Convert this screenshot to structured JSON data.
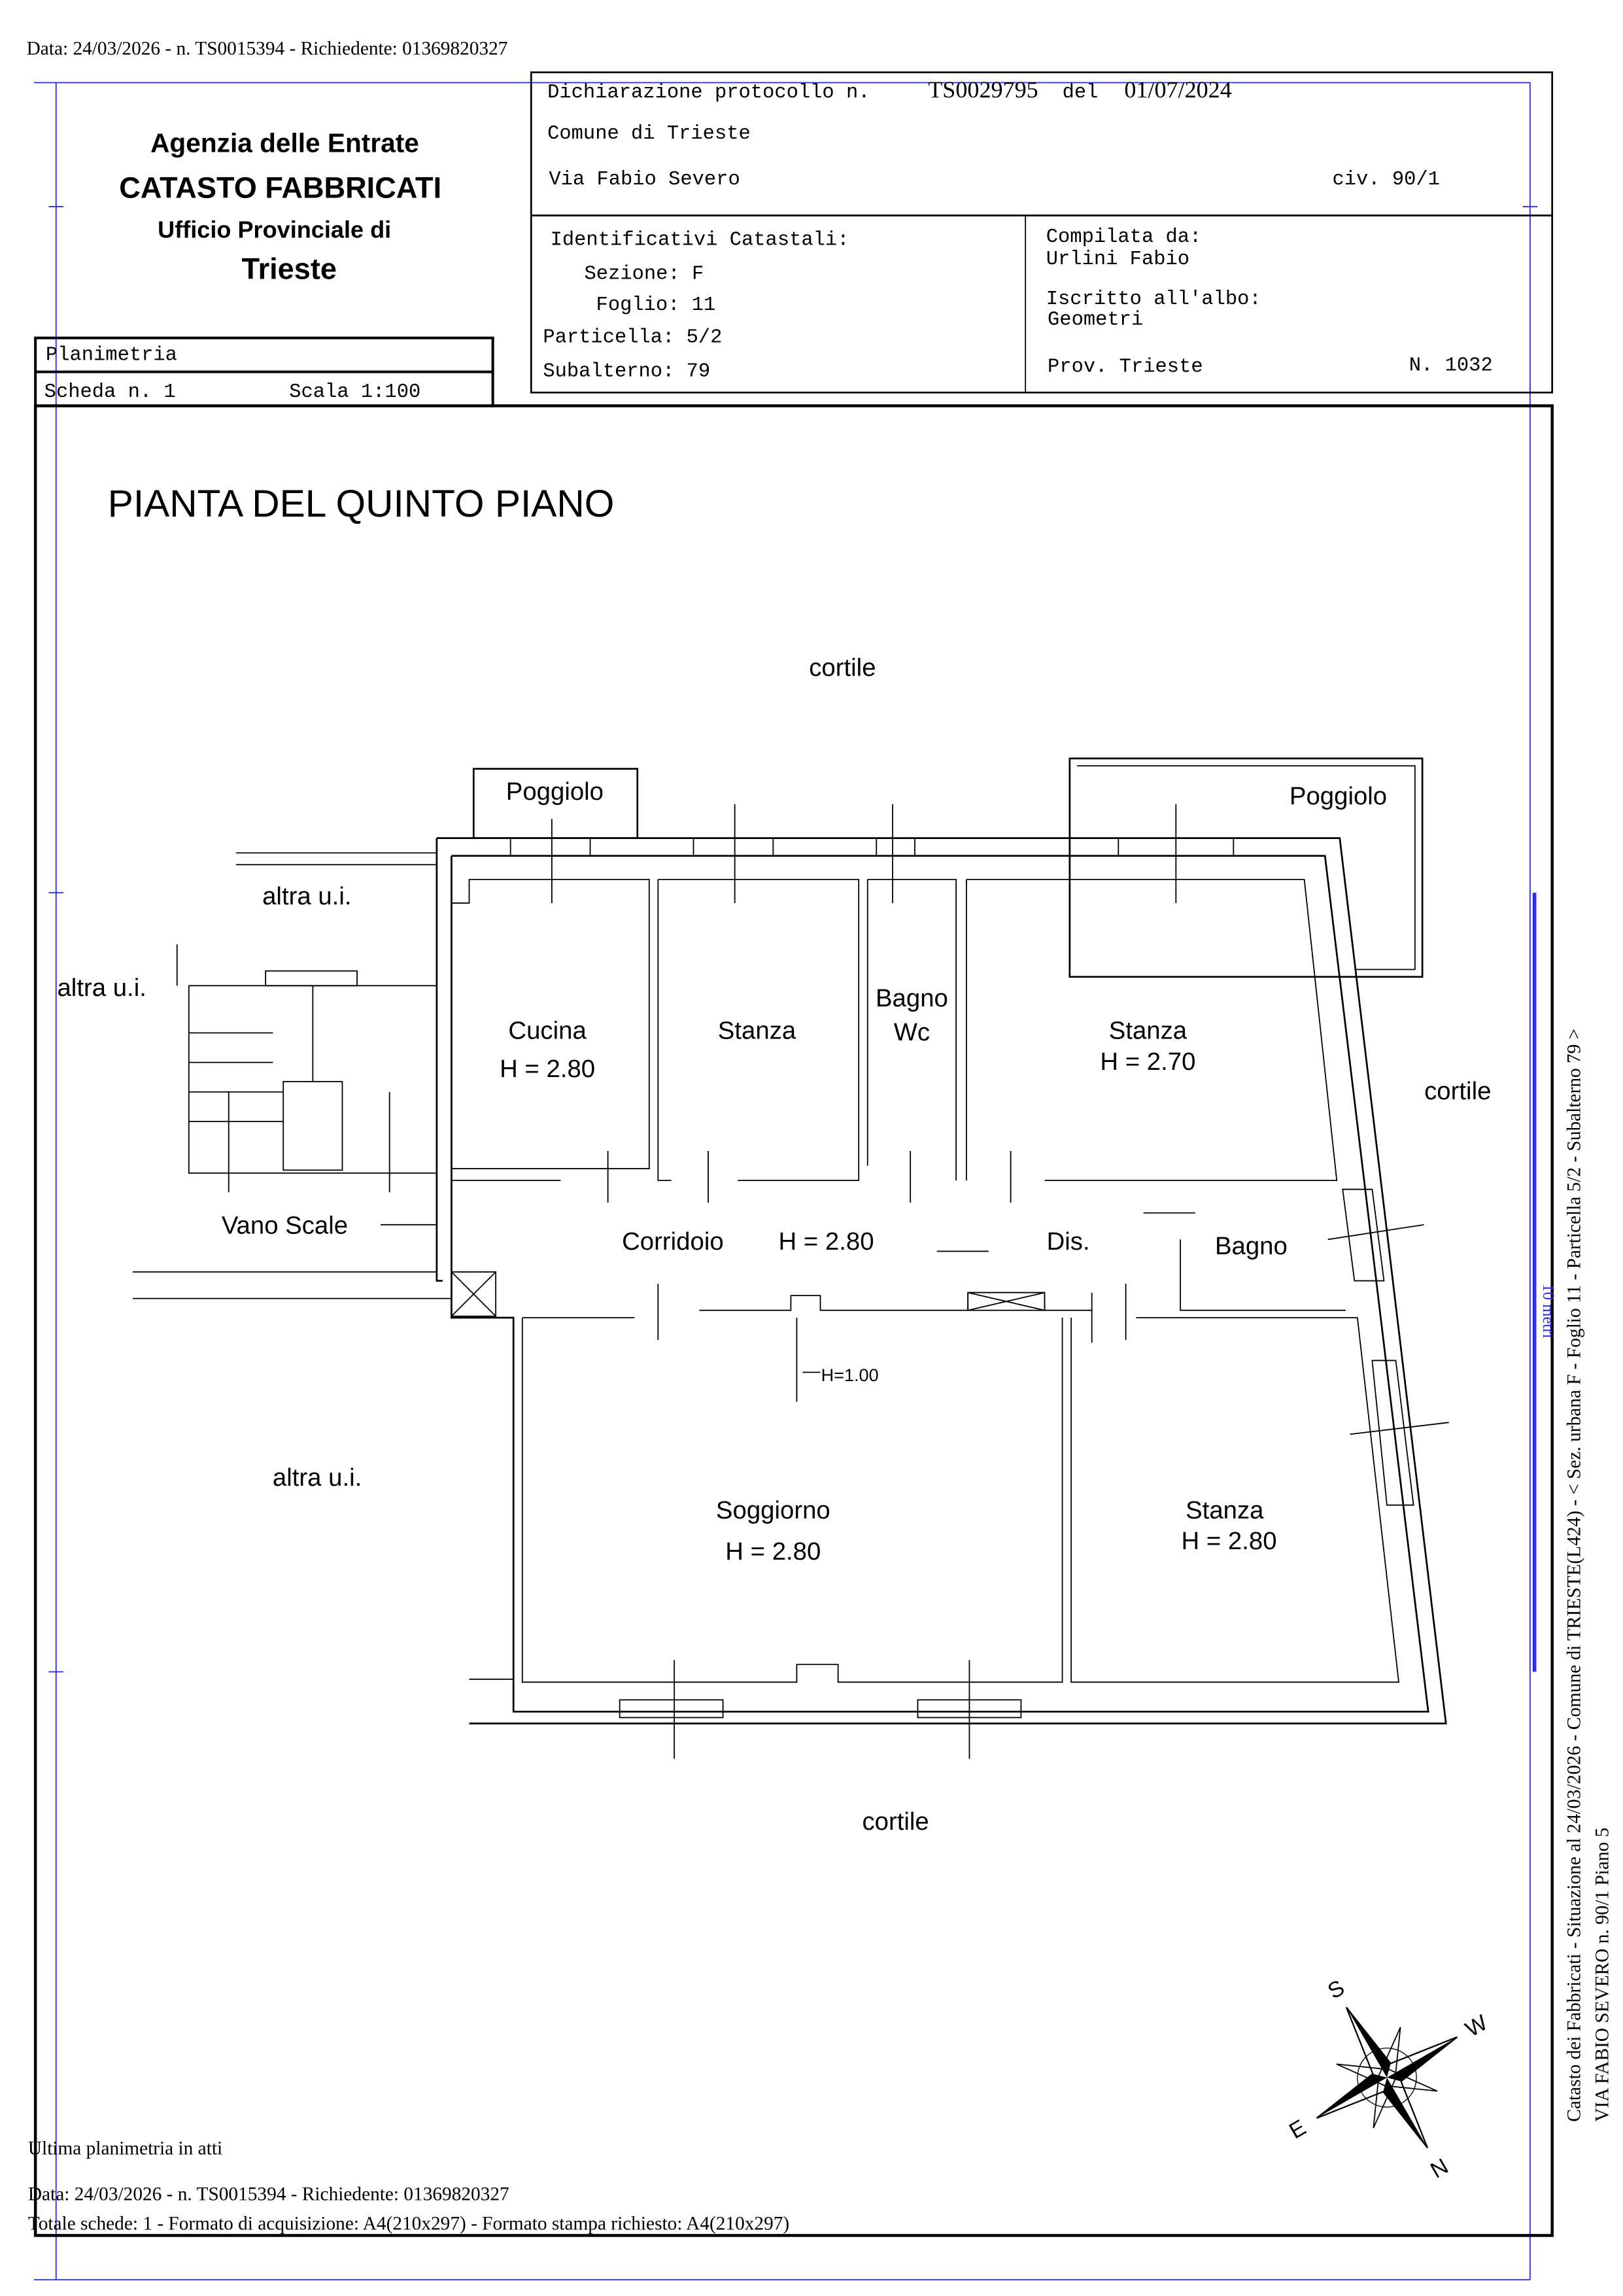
{
  "top_stamp": "Data: 24/03/2026 - n. TS0015394 - Richiedente: 01369820327",
  "agency": {
    "line1": "Agenzia delle Entrate",
    "line2": "CATASTO FABBRICATI",
    "line3": "Ufficio Provinciale di",
    "line4": "Trieste"
  },
  "header": {
    "dichiarazione_label": "Dichiarazione protocollo n.",
    "protocollo": "TS0029795",
    "del_label": "del",
    "date": "01/07/2024",
    "comune": "Comune di Trieste",
    "via": "Via Fabio Severo",
    "civico": "civ. 90/1",
    "ident_title": "Identificativi Catastali:",
    "sezione": "Sezione: F",
    "foglio": "Foglio: 11",
    "particella": "Particella: 5/2",
    "subalterno": "Subalterno: 79",
    "compilata_label": "Compilata da:",
    "compilata_name": "Urlini Fabio",
    "albo_label": "Iscritto all'albo:",
    "albo": "Geometri",
    "prov": "Prov. Trieste",
    "numero": "N. 1032"
  },
  "scheda": {
    "planimetria": "Planimetria",
    "scheda": "Scheda n. 1",
    "scala": "Scala 1:100"
  },
  "plan": {
    "title": "PIANTA DEL QUINTO PIANO",
    "labels": {
      "cortile_top": "cortile",
      "cortile_right": "cortile",
      "cortile_bottom": "cortile",
      "poggiolo_left": "Poggiolo",
      "poggiolo_right": "Poggiolo",
      "altra_ui_1": "altra u.i.",
      "altra_ui_2": "altra u.i.",
      "altra_ui_3": "altra u.i.",
      "cucina": "Cucina",
      "cucina_h": "H = 2.80",
      "stanza1": "Stanza",
      "bagno_wc_1": "Bagno",
      "bagno_wc_2": "Wc",
      "stanza2": "Stanza",
      "stanza2_h": "H = 2.70",
      "vano_scale": "Vano Scale",
      "corridoio": "Corridoio",
      "corridoio_h": "H = 2.80",
      "dis": "Dis.",
      "bagno": "Bagno",
      "h100": "H=1.00",
      "soggiorno": "Soggiorno",
      "soggiorno_h": "H = 2.80",
      "stanza3": "Stanza",
      "stanza3_h": "H = 2.80"
    },
    "scale_bar": "10 metri",
    "compass": [
      "S",
      "W",
      "E",
      "N"
    ]
  },
  "side_text": {
    "line1": "Catasto dei Fabbricati - Situazione al 24/03/2026 - Comune di TRIESTE(L424) - < Sez. urbana F - Foglio 11 - Particella 5/2 - Subalterno 79 >",
    "line2": "VIA FABIO SEVERO n. 90/1 Piano 5"
  },
  "footer": {
    "ultima": "Ultima planimetria in atti",
    "stamp": "Data: 24/03/2026 - n. TS0015394 - Richiedente: 01369820327",
    "totale": "Totale schede: 1 - Formato di acquisizione: A4(210x297)  - Formato stampa richiesto: A4(210x297)"
  }
}
